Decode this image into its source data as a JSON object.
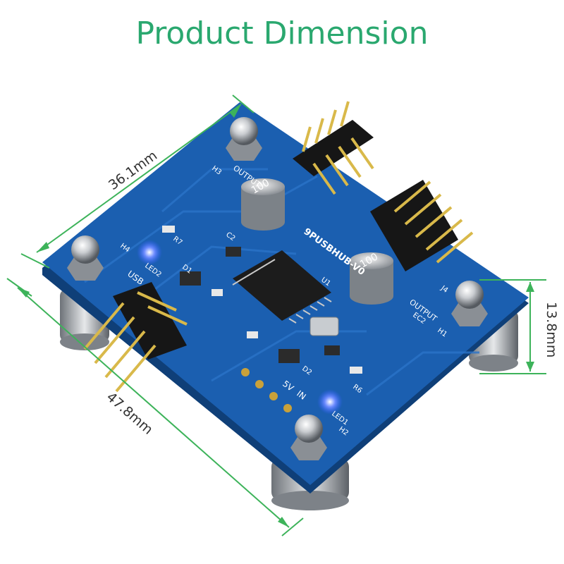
{
  "title": "Product Dimension",
  "colors": {
    "title": "#2aa86f",
    "dimension_line": "#3db35a",
    "pcb": "#1b5fb0",
    "led": "#2f5bff"
  },
  "dimensions": {
    "top_edge": "36.1mm",
    "left_edge": "47.8mm",
    "height": "13.8mm"
  },
  "board": {
    "name": "9PUSBHUB-V0",
    "labels": {
      "usb": "USB",
      "output_1": "OUTPUT",
      "output_2": "OUTPUT",
      "in": "IN",
      "five_v": "5V",
      "led1": "LED1",
      "led2": "LED2",
      "h1": "H1",
      "h2": "H2",
      "h3": "H3",
      "h4": "H4",
      "r6": "R6",
      "r7": "R7",
      "d1": "D1",
      "d2": "D2",
      "u1": "U1",
      "c2": "C2",
      "ec2": "EC2",
      "j4": "J4",
      "cap_value": "100"
    }
  }
}
